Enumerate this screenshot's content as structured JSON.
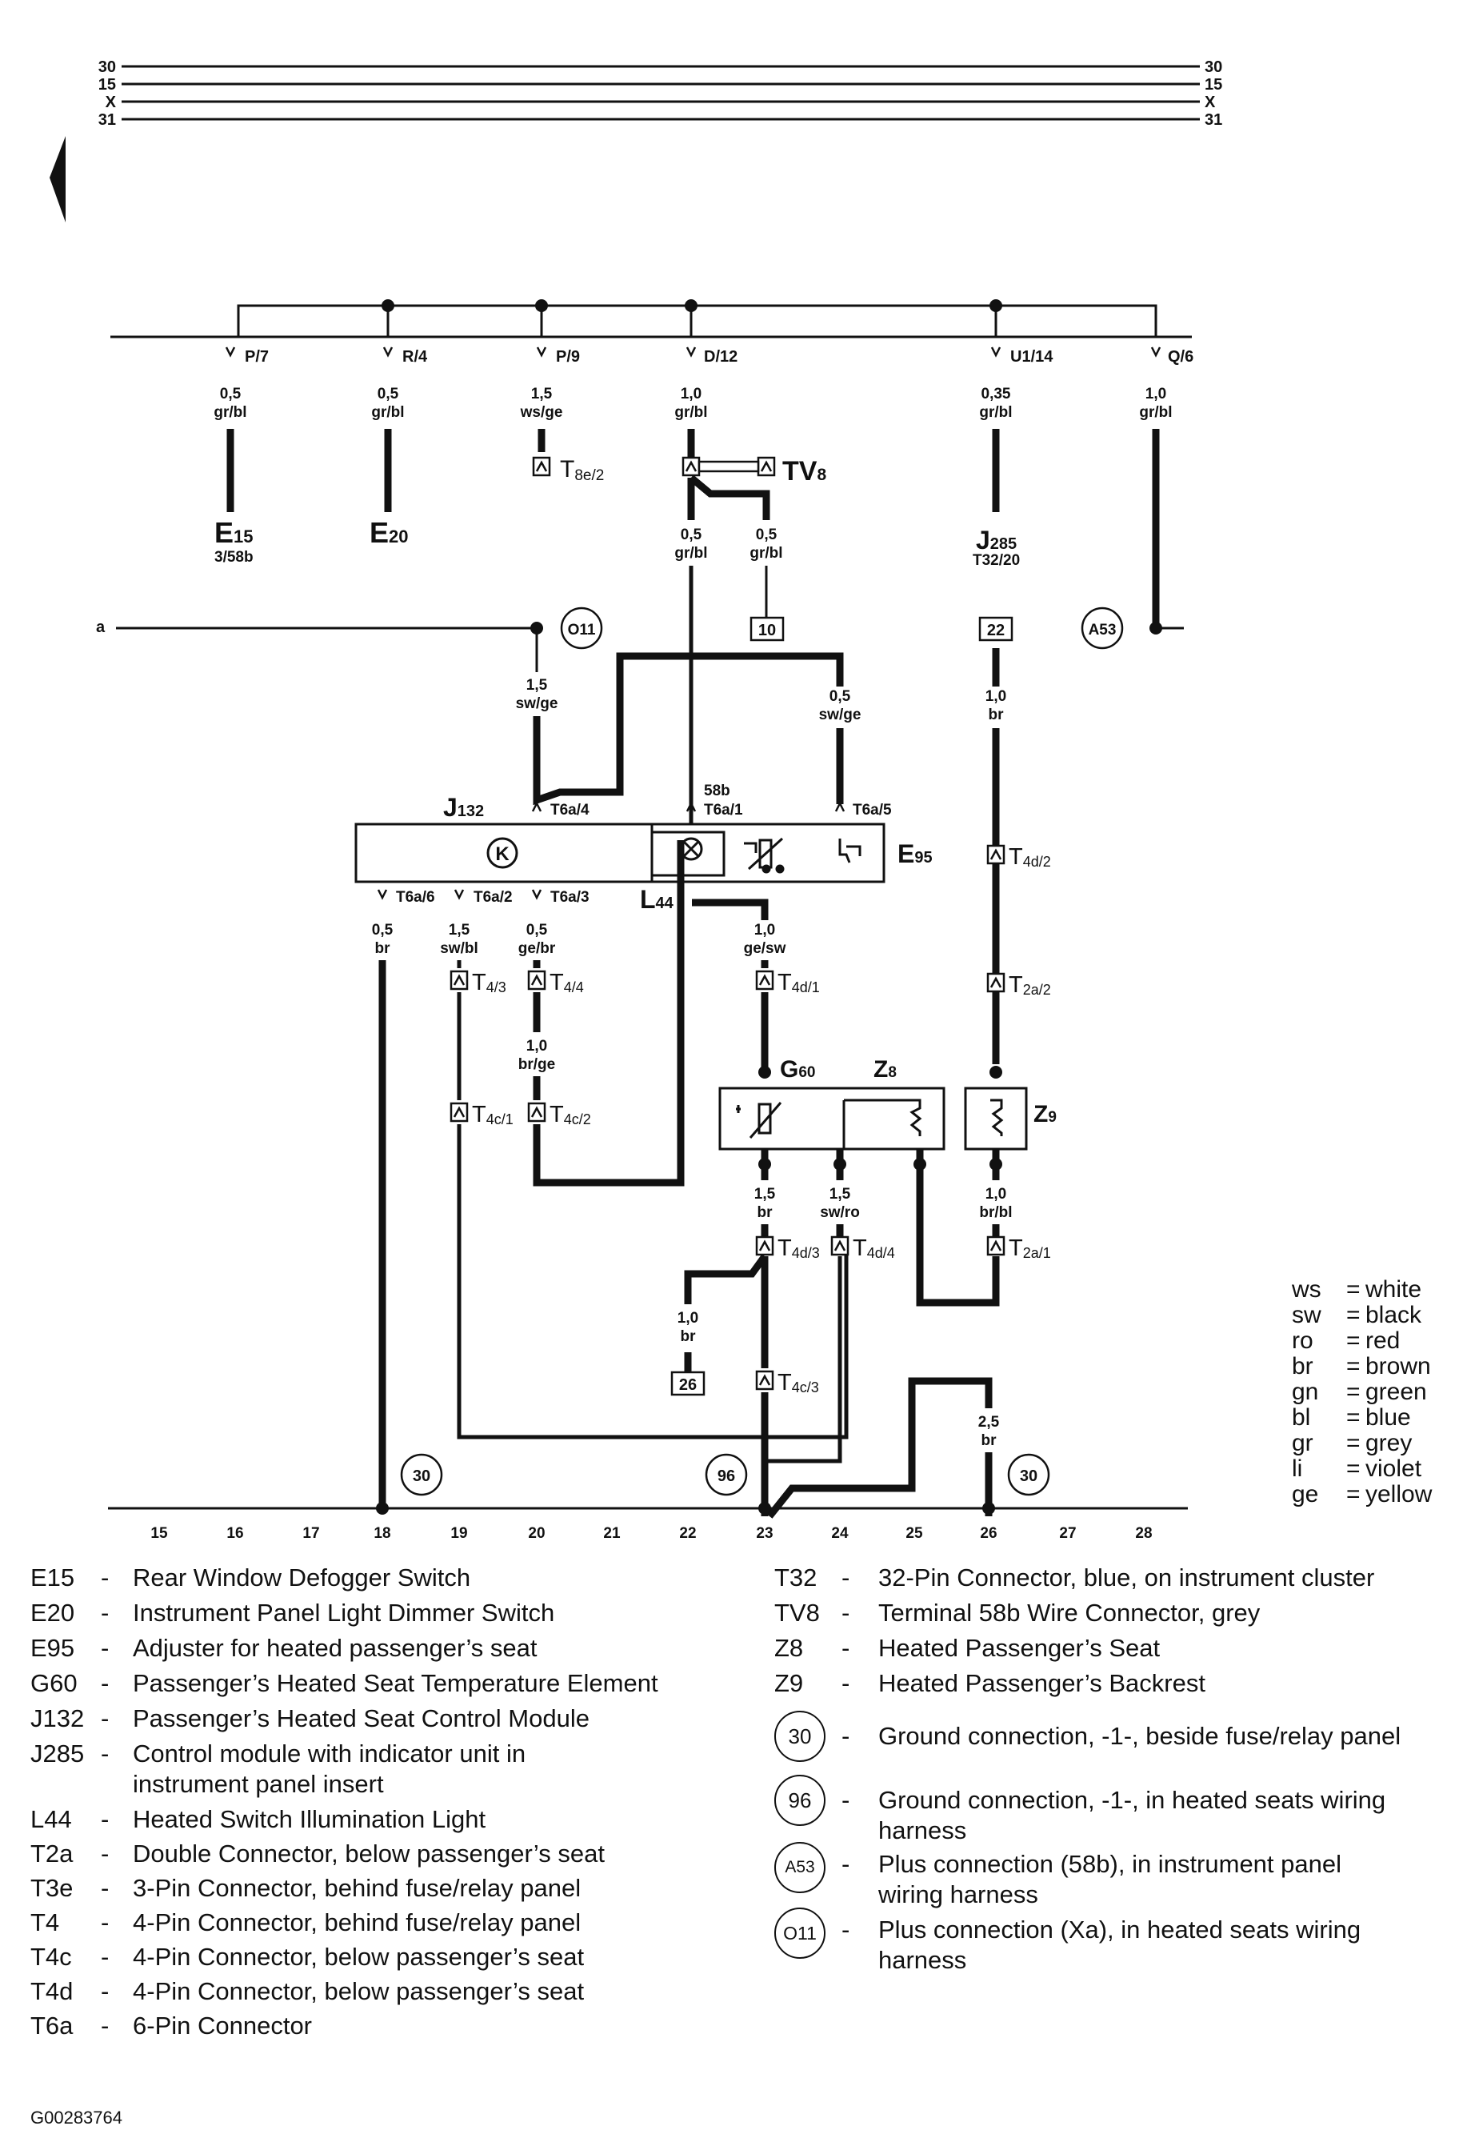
{
  "title": "",
  "document_id": "G00283764",
  "supply_rails": [
    {
      "left": "30",
      "right": "30"
    },
    {
      "left": "15",
      "right": "15"
    },
    {
      "left": "X",
      "right": "X"
    },
    {
      "left": "31",
      "right": "31"
    }
  ],
  "fuse_panel_terminals": [
    {
      "pin": "P/7",
      "size": "0,5",
      "color": "gr/bl"
    },
    {
      "pin": "R/4",
      "size": "0,5",
      "color": "gr/bl"
    },
    {
      "pin": "P/9",
      "size": "1,5",
      "color": "ws/ge"
    },
    {
      "pin": "D/12",
      "size": "1,0",
      "color": "gr/bl"
    },
    {
      "pin": "U1/14",
      "size": "0,35",
      "color": "gr/bl"
    },
    {
      "pin": "Q/6",
      "size": "1,0",
      "color": "gr/bl"
    }
  ],
  "components": {
    "e15": {
      "label": "E",
      "sub": "15",
      "note": "3/58b"
    },
    "e20": {
      "label": "E",
      "sub": "20"
    },
    "t8e": {
      "label": "T",
      "sub": "8e/2"
    },
    "tv8": {
      "label": "TV",
      "sub": "8"
    },
    "j285": {
      "label": "J",
      "sub": "285",
      "note": "T32/20"
    },
    "j132": {
      "label": "J",
      "sub": "132"
    },
    "e95": {
      "label": "E",
      "sub": "95"
    },
    "l44": {
      "label": "L",
      "sub": "44"
    },
    "g60": {
      "label": "G",
      "sub": "60"
    },
    "z8": {
      "label": "Z",
      "sub": "8"
    },
    "z9": {
      "label": "Z",
      "sub": "9"
    },
    "k_symbol": "K"
  },
  "wires": {
    "tv8_a": {
      "size": "0,5",
      "color": "gr/bl"
    },
    "tv8_b": {
      "size": "0,5",
      "color": "gr/bl"
    },
    "box_10": "10",
    "box_22": "22",
    "box_26": "26",
    "input_a": "a",
    "j132_in": {
      "size": "1,5",
      "color": "sw/ge"
    },
    "e95_in": {
      "size": "0,5",
      "color": "sw/ge"
    },
    "j285_out": {
      "size": "1,0",
      "color": "br"
    },
    "t6a4": "T6a/4",
    "t6a1_top": "58b",
    "t6a1": "T6a/1",
    "t6a5": "T6a/5",
    "t6a6": "T6a/6",
    "t6a2": "T6a/2",
    "t6a3": "T6a/3",
    "w_t6a6": {
      "size": "0,5",
      "color": "br"
    },
    "w_t6a2": {
      "size": "1,5",
      "color": "sw/bl"
    },
    "w_t6a3": {
      "size": "0,5",
      "color": "ge/br"
    },
    "w_l44": {
      "size": "1,0",
      "color": "ge/sw"
    },
    "w_t44": {
      "size": "1,0",
      "color": "br/ge"
    },
    "w_g60": {
      "size": "1,5",
      "color": "br"
    },
    "w_z8": {
      "size": "1,5",
      "color": "sw/ro"
    },
    "w_z9": {
      "size": "1,0",
      "color": "br/bl"
    },
    "w_26": {
      "size": "1,0",
      "color": "br"
    },
    "w_gnd": {
      "size": "2,5",
      "color": "br"
    }
  },
  "connectors": {
    "t4_3": {
      "label": "T",
      "sub": "4/3"
    },
    "t4_4": {
      "label": "T",
      "sub": "4/4"
    },
    "t4c_1": {
      "label": "T",
      "sub": "4c/1"
    },
    "t4c_2": {
      "label": "T",
      "sub": "4c/2"
    },
    "t4d_1": {
      "label": "T",
      "sub": "4d/1"
    },
    "t4d_2": {
      "label": "T",
      "sub": "4d/2"
    },
    "t2a_2": {
      "label": "T",
      "sub": "2a/2"
    },
    "t4d_3": {
      "label": "T",
      "sub": "4d/3"
    },
    "t4d_4": {
      "label": "T",
      "sub": "4d/4"
    },
    "t2a_1": {
      "label": "T",
      "sub": "2a/1"
    },
    "t4c_3": {
      "label": "T",
      "sub": "4c/3"
    }
  },
  "ground_circles": [
    "O11",
    "A53",
    "30",
    "96",
    "30"
  ],
  "track_numbers": [
    "15",
    "16",
    "17",
    "18",
    "19",
    "20",
    "21",
    "22",
    "23",
    "24",
    "25",
    "26",
    "27",
    "28"
  ],
  "legend_left": [
    {
      "code": "E15",
      "desc": "Rear Window Defogger Switch"
    },
    {
      "code": "E20",
      "desc": "Instrument Panel Light Dimmer Switch"
    },
    {
      "code": "E95",
      "desc": "Adjuster for heated passenger’s seat"
    },
    {
      "code": "G60",
      "desc": "Passenger’s Heated Seat Temperature Element"
    },
    {
      "code": "J132",
      "desc": "Passenger’s Heated Seat Control Module"
    },
    {
      "code": "J285",
      "desc": "Control module with indicator unit in"
    },
    {
      "code": "",
      "desc": "instrument panel insert"
    },
    {
      "code": "L44",
      "desc": "Heated Switch Illumination Light"
    },
    {
      "code": "T2a",
      "desc": "Double Connector, below passenger’s seat"
    },
    {
      "code": "T3e",
      "desc": "3-Pin Connector, behind fuse/relay panel"
    },
    {
      "code": "T4",
      "desc": "4-Pin Connector, behind fuse/relay panel"
    },
    {
      "code": "T4c",
      "desc": "4-Pin Connector, below passenger’s seat"
    },
    {
      "code": "T4d",
      "desc": "4-Pin Connector, below passenger’s seat"
    },
    {
      "code": "T6a",
      "desc": "6-Pin Connector"
    }
  ],
  "legend_right": [
    {
      "code": "T32",
      "desc": "32-Pin Connector, blue, on instrument cluster"
    },
    {
      "code": "TV8",
      "desc": "Terminal 58b Wire Connector, grey"
    },
    {
      "code": "Z8",
      "desc": "Heated Passenger’s Seat"
    },
    {
      "code": "Z9",
      "desc": "Heated Passenger’s Backrest"
    }
  ],
  "legend_circles": [
    {
      "code": "30",
      "line1": "Ground connection, -1-, beside fuse/relay panel",
      "line2": ""
    },
    {
      "code": "96",
      "line1": "Ground connection, -1-, in heated seats wiring",
      "line2": "harness"
    },
    {
      "code": "A53",
      "line1": "Plus connection (58b), in instrument panel",
      "line2": "wiring harness"
    },
    {
      "code": "O11",
      "line1": "Plus connection (Xa), in heated seats wiring",
      "line2": "harness"
    }
  ],
  "color_codes": [
    {
      "code": "ws",
      "name": "white"
    },
    {
      "code": "sw",
      "name": "black"
    },
    {
      "code": "ro",
      "name": "red"
    },
    {
      "code": "br",
      "name": "brown"
    },
    {
      "code": "gn",
      "name": "green"
    },
    {
      "code": "bl",
      "name": "blue"
    },
    {
      "code": "gr",
      "name": "grey"
    },
    {
      "code": "li",
      "name": "violet"
    },
    {
      "code": "ge",
      "name": "yellow"
    }
  ]
}
